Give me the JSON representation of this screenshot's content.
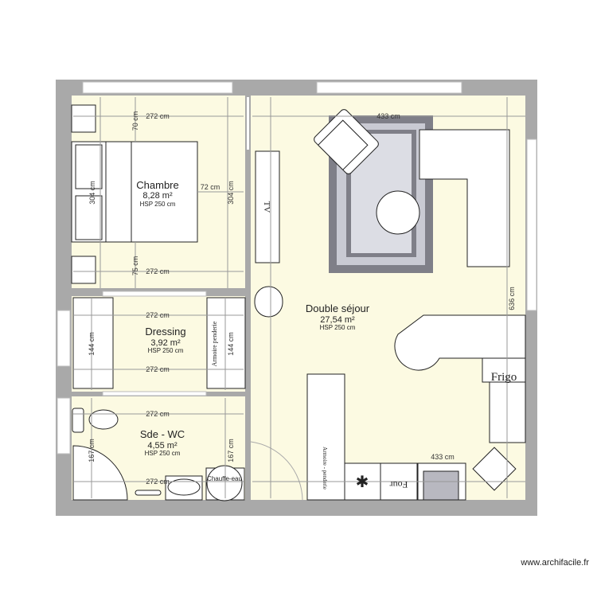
{
  "rooms": [
    {
      "name": "Chambre",
      "area": "8,28 m²",
      "hsp": "HSP 250 cm"
    },
    {
      "name": "Dressing",
      "area": "3,92 m²",
      "hsp": "HSP 250 cm"
    },
    {
      "name": "Sde - WC",
      "area": "4,55 m²",
      "hsp": "HSP 250 cm"
    },
    {
      "name": "Double séjour",
      "area": "27,54 m²",
      "hsp": "HSP 250 cm"
    }
  ],
  "dimensions": {
    "chambre_top": "272 cm",
    "chambre_bottom": "272 cm",
    "chambre_70": "70 cm",
    "chambre_75": "75 cm",
    "chambre_72": "72 cm",
    "chambre_304_left": "304 cm",
    "chambre_304_right": "304 cm",
    "dressing_top": "272 cm",
    "dressing_bottom": "272 cm",
    "dressing_144_left": "144 cm",
    "dressing_144_right": "144 cm",
    "sde_top": "272 cm",
    "sde_bottom": "272 cm",
    "sde_167_left": "167 cm",
    "sde_167_right": "167 cm",
    "sejour_width": "433 cm",
    "sejour_width_bottom": "433 cm",
    "sejour_height": "636 cm"
  },
  "furniture": {
    "tv": "TV",
    "frigo": "Frigo",
    "four": "Four",
    "armoire_penderie_dressing": "Armoire penderie",
    "armoire_penderie_kitchen": "Armoire - penderie",
    "chauffe_eau": "Chauffe-eau"
  },
  "watermark": "www.archifacile.fr",
  "colors": {
    "floor": "#fcfae2",
    "wall": "#a9a9a9",
    "rug_outer": "#7f7f88",
    "rug_inner": "#c9cad3"
  }
}
